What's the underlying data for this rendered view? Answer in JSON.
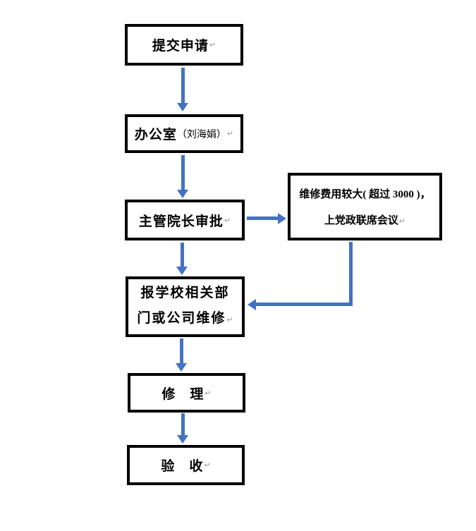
{
  "colors": {
    "arrow": "#4472C4",
    "border": "#000000",
    "pilcrow": "#9a9a9a"
  },
  "pilcrow_mark": "↵",
  "nodes": {
    "submit": {
      "label": "提交申请"
    },
    "office": {
      "label": "办公室",
      "sublabel": "（刘海娟）"
    },
    "dean": {
      "label": "主管院长审批"
    },
    "meeting": {
      "line1": "维修费用较大( 超过 3000 )，",
      "line2": "上党政联席会议"
    },
    "report": {
      "line1": "报学校相关部",
      "line2": "门或公司维修"
    },
    "repair": {
      "label": "修　理"
    },
    "accept": {
      "label": "验　收"
    }
  },
  "edges": [
    {
      "from": "submit",
      "to": "office"
    },
    {
      "from": "office",
      "to": "dean"
    },
    {
      "from": "dean",
      "to": "meeting"
    },
    {
      "from": "dean",
      "to": "report"
    },
    {
      "from": "meeting",
      "to": "report"
    },
    {
      "from": "report",
      "to": "repair"
    },
    {
      "from": "repair",
      "to": "accept"
    }
  ]
}
